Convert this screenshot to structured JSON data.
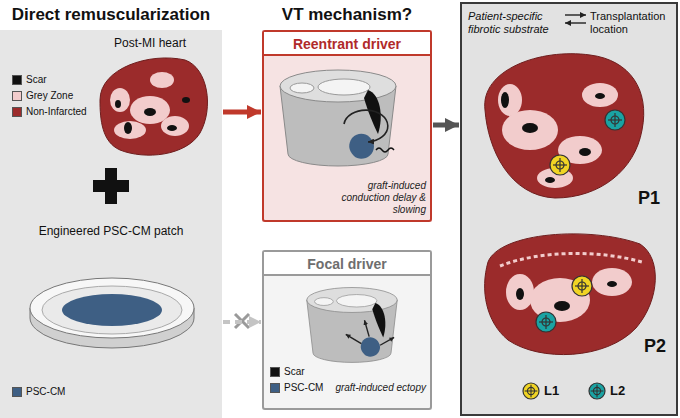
{
  "diagram": {
    "nodes": [
      {
        "text": [
          "Direct remuscularization"
        ]
      },
      {
        "text": [
          "Reentrant driver",
          "graft-induced conduction delay & slowing"
        ]
      },
      {
        "text": [
          "Focal driver",
          "graft-induced ectopy"
        ]
      },
      {
        "text": [
          "Patient-specific fibrotic substrate",
          "Transplantation location"
        ]
      }
    ],
    "edges": [
      {
        "from": 0,
        "to": 1,
        "arrow": "to"
      },
      {
        "from": 0,
        "to": 2,
        "arrow": "to"
      },
      {
        "from": 1,
        "to": 3,
        "arrow": "to"
      }
    ],
    "labels": [
      "Post-MI heart",
      "Engineered PSC-CM patch",
      "VT mechanism?",
      "P1",
      "P2"
    ],
    "legend": [
      {
        "text": "Scar",
        "color": "#111111"
      },
      {
        "text": "Grey Zone",
        "color": "#f2cccc"
      },
      {
        "text": "Non-Infarcted",
        "color": "#9b2b2b"
      },
      {
        "text": "PSC-CM",
        "color": "#3e5f84"
      },
      {
        "text": "Scar",
        "color": "#111111"
      },
      {
        "text": "PSC-CM",
        "color": "#3e5f84"
      },
      {
        "text": "L1"
      },
      {
        "text": "L2"
      }
    ]
  }
}
